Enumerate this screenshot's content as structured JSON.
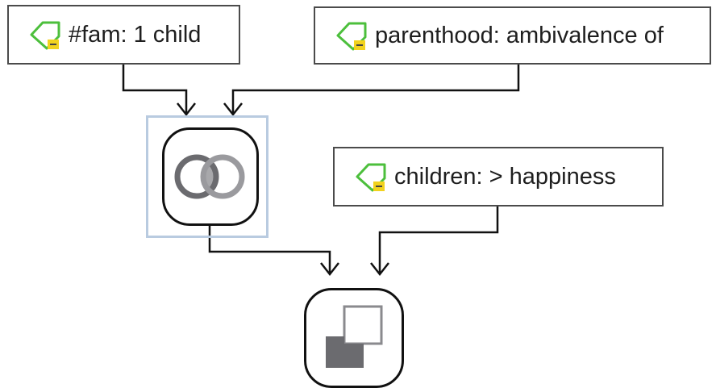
{
  "nodes": [
    {
      "id": "node1",
      "label": "#fam: 1 child",
      "icon": "code-icon"
    },
    {
      "id": "node2",
      "label": "parenthood: ambivalence of",
      "icon": "code-icon"
    },
    {
      "id": "node3",
      "label": "children: > happiness",
      "icon": "code-icon"
    }
  ],
  "operators": [
    {
      "id": "op-intersect",
      "icon": "intersection-icon",
      "selected": true
    },
    {
      "id": "op-subtract",
      "icon": "subtract-icon",
      "selected": false
    }
  ],
  "colors": {
    "code_icon_green": "#4cbf3c",
    "code_icon_yellow": "#f2d21e",
    "selection_border": "#b9cbe0",
    "operator_gray": "#6b6b6f"
  }
}
